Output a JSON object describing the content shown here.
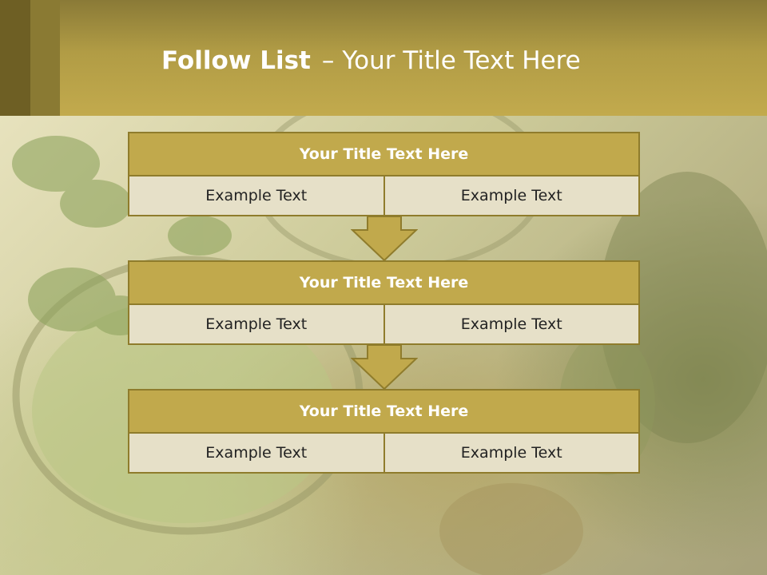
{
  "header": {
    "title_bold": "Follow List",
    "title_dash": "–",
    "title_rest": "Your Title Text Here"
  },
  "steps": [
    {
      "title": "Your Title Text Here",
      "left": "Example Text",
      "right": "Example Text"
    },
    {
      "title": "Your Title Text Here",
      "left": "Example Text",
      "right": "Example Text"
    },
    {
      "title": "Your Title Text Here",
      "left": "Example Text",
      "right": "Example Text"
    }
  ],
  "colors": {
    "header_gold": "#c2aa4d",
    "box_gold": "#c1a94c",
    "box_border": "#8f7c2c",
    "cell_bg": "#e6e0c8"
  }
}
